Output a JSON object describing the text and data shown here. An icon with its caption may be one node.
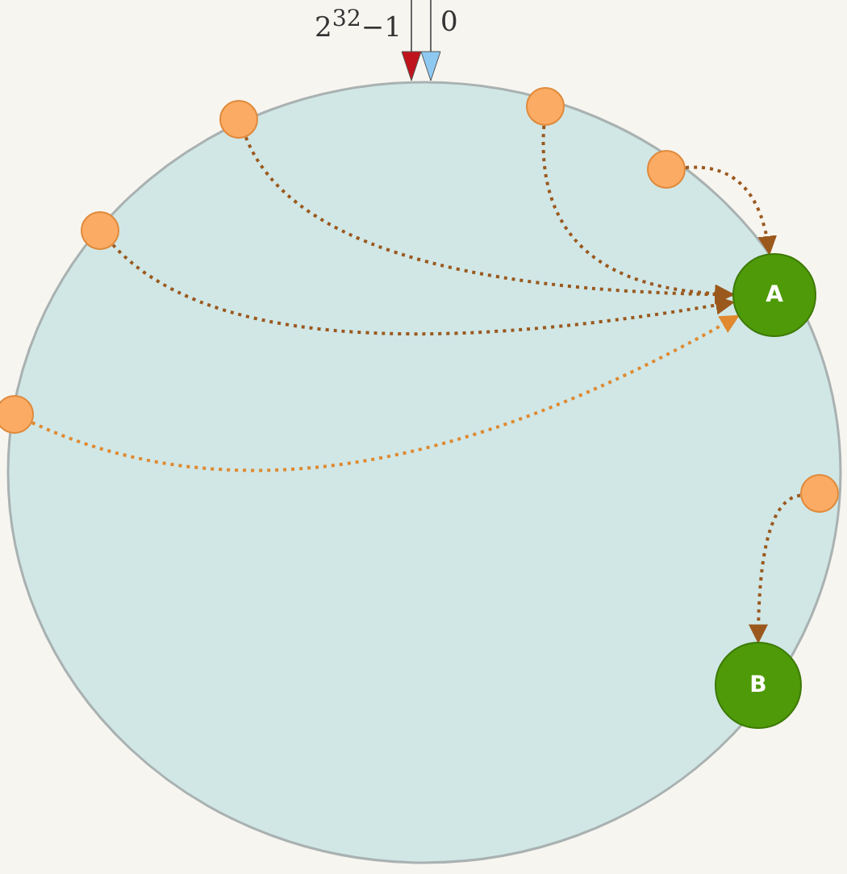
{
  "diagram": {
    "nodes": [
      {
        "text": [],
        "shape": "circle"
      },
      {
        "text": [],
        "shape": "circle"
      },
      {
        "text": [],
        "shape": "circle"
      },
      {
        "text": [],
        "shape": "circle"
      },
      {
        "text": [
          "A"
        ]
      },
      {
        "text": [],
        "shape": "circle"
      },
      {
        "text": [],
        "shape": "circle"
      },
      {
        "text": [
          "B"
        ]
      }
    ],
    "edges": [
      {
        "from": 0,
        "to": 4,
        "arrow": "to",
        "style": "dashed"
      },
      {
        "from": 1,
        "to": 4,
        "arrow": "to",
        "style": "dashed"
      },
      {
        "from": 2,
        "to": 4,
        "arrow": "to",
        "style": "dashed"
      },
      {
        "from": 3,
        "to": 4,
        "arrow": "to",
        "style": "dashed"
      },
      {
        "from": 5,
        "to": 4,
        "arrow": "to",
        "style": "dashed",
        "color": "#e0892f"
      },
      {
        "from": 6,
        "to": 7,
        "arrow": "to",
        "style": "dashed"
      }
    ],
    "labels": [
      "2$^{32}$−1",
      "0"
    ]
  }
}
